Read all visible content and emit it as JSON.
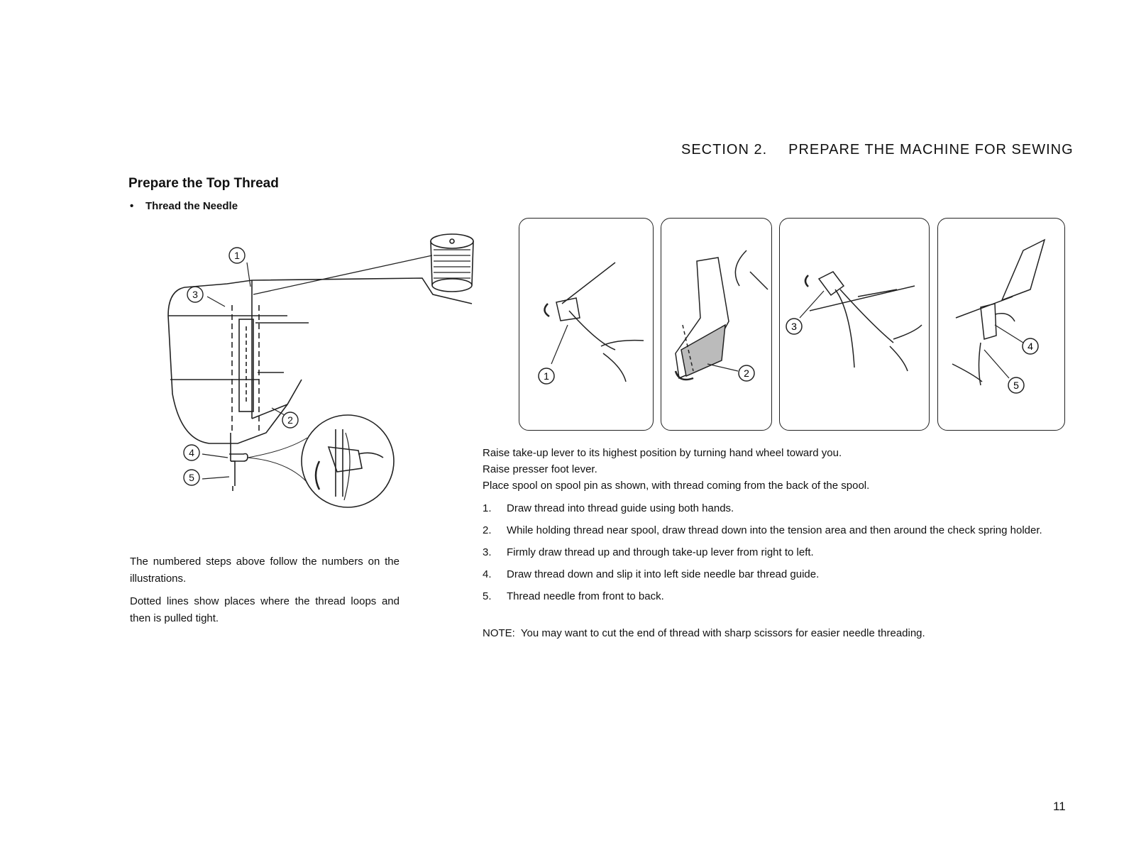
{
  "header": {
    "section": "SECTION 2.",
    "title": "PREPARE THE MACHINE FOR SEWING"
  },
  "heading": "Prepare the Top Thread",
  "bullet": "Thread the Needle",
  "callouts": [
    "1",
    "2",
    "3",
    "4",
    "5"
  ],
  "left_notes": [
    "The numbered steps above follow the numbers on the illustrations.",
    "Dotted lines show places where the thread loops and then is pulled tight."
  ],
  "intro": [
    "Raise take-up lever to its highest position by turning hand wheel toward you.",
    "Raise presser foot lever.",
    "Place spool on spool pin as shown, with thread coming from the back of the spool."
  ],
  "steps": [
    {
      "num": "1.",
      "text": "Draw thread into thread guide using both hands."
    },
    {
      "num": "2.",
      "text": "While holding thread near spool, draw thread down into the tension area and then around the check spring holder."
    },
    {
      "num": "3.",
      "text": "Firmly draw thread up and through take-up lever from right to left."
    },
    {
      "num": "4.",
      "text": "Draw thread down and slip it into left side needle bar thread guide."
    },
    {
      "num": "5.",
      "text": "Thread needle from front to back."
    }
  ],
  "note": {
    "label": "NOTE:",
    "text": "You may want to cut the end of thread with sharp scissors for easier needle threading."
  },
  "page_number": "11"
}
